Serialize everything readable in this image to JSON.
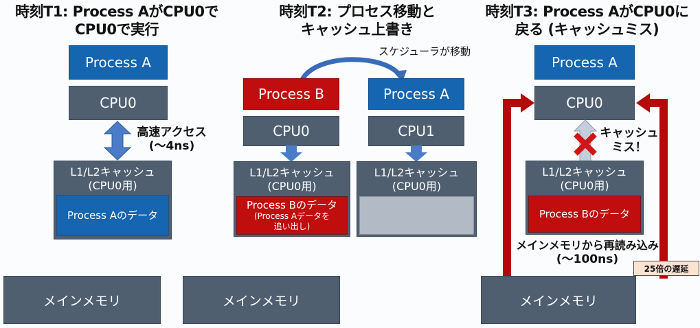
{
  "panels": [
    {
      "title_line1": "時刻T1: Process AがCPU0で",
      "title_line2": "CPU0で実行",
      "process": "Process A",
      "cpu": "CPU0",
      "access_label": "高速アクセス",
      "access_latency": "(〜4ns)",
      "cache_title": "L1/L2キャッシュ",
      "cache_sub": "(CPU0用)",
      "cache_data": "Process Aのデータ",
      "memory": "メインメモリ"
    },
    {
      "title_line1": "時刻T2: プロセス移動と",
      "title_line2": "キャッシュ上書き",
      "scheduler_label": "スケジューラが移動",
      "left": {
        "process": "Process B",
        "cpu": "CPU0",
        "cache_title": "L1/L2キャッシュ",
        "cache_sub": "(CPU0用)",
        "cache_data_line1": "Process Bのデータ",
        "cache_data_line2": "(Process Aデータを",
        "cache_data_line3": "追い出し)"
      },
      "right": {
        "process": "Process A",
        "cpu": "CPU1",
        "cache_title": "L1/L2キャッシュ",
        "cache_sub": "(CPU0用)",
        "cache_data": ""
      },
      "memory": "メインメモリ"
    },
    {
      "title_line1": "時刻T3: Process AがCPU0に",
      "title_line2": "戻る (キャッシュミス)",
      "process": "Process A",
      "cpu": "CPU0",
      "miss_line1": "キャッシュ",
      "miss_line2": "ミス！",
      "cache_title": "L1/L2キャッシュ",
      "cache_sub": "(CPU0用)",
      "cache_data": "Process Bのデータ",
      "reload_label": "メインメモリから再読み込み",
      "reload_latency": "(〜100ns)",
      "delay_badge": "25倍の遅延",
      "memory": "メインメモリ"
    }
  ],
  "colors": {
    "process_a": "#1565b0",
    "process_b": "#c00d0d",
    "hardware": "#4f5f70",
    "arrow_blue": "#4a7cc8",
    "arrow_red": "#b40a0a",
    "badge_bg": "#fbe3d4"
  }
}
